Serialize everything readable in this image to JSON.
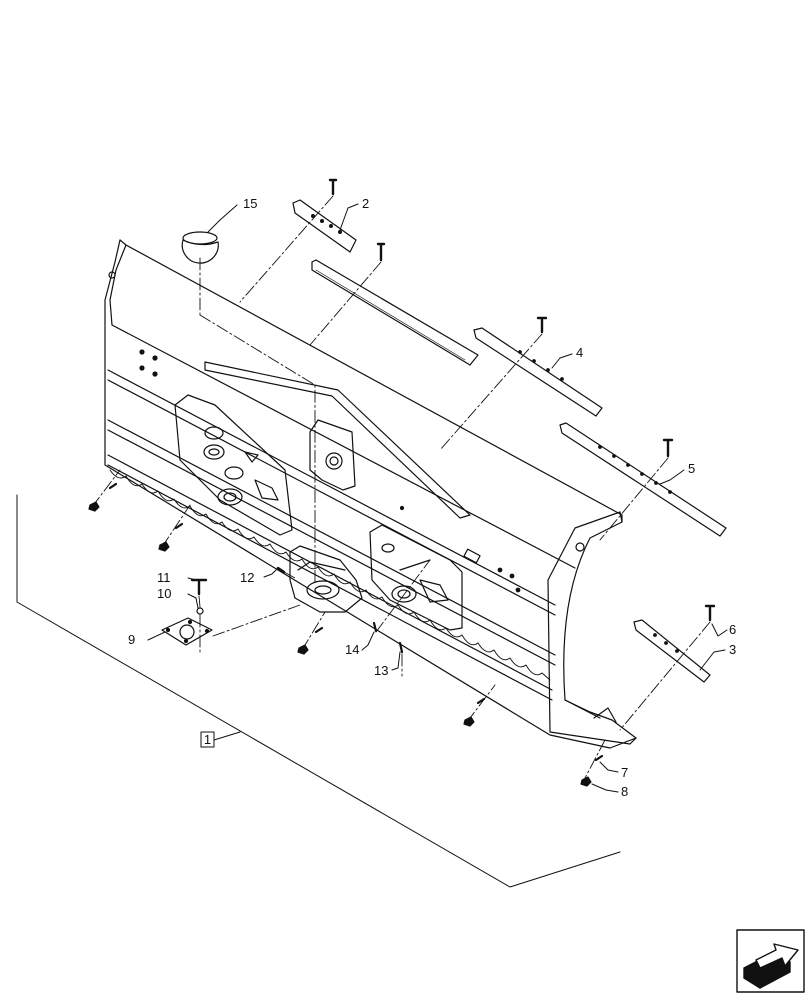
{
  "diagram": {
    "callouts": [
      {
        "id": "c1",
        "label": "1",
        "boxed": true
      },
      {
        "id": "c2",
        "label": "2"
      },
      {
        "id": "c3",
        "label": "3"
      },
      {
        "id": "c4",
        "label": "4"
      },
      {
        "id": "c5",
        "label": "5"
      },
      {
        "id": "c6",
        "label": "6"
      },
      {
        "id": "c7",
        "label": "7"
      },
      {
        "id": "c8",
        "label": "8"
      },
      {
        "id": "c9",
        "label": "9"
      },
      {
        "id": "c10",
        "label": "10"
      },
      {
        "id": "c11",
        "label": "11"
      },
      {
        "id": "c12",
        "label": "12"
      },
      {
        "id": "c13",
        "label": "13"
      },
      {
        "id": "c14",
        "label": "14"
      },
      {
        "id": "c15",
        "label": "15"
      }
    ]
  },
  "colors": {
    "line": "#111111",
    "background": "#ffffff"
  },
  "icons": {
    "navigation": "next-page-arrow-icon"
  }
}
